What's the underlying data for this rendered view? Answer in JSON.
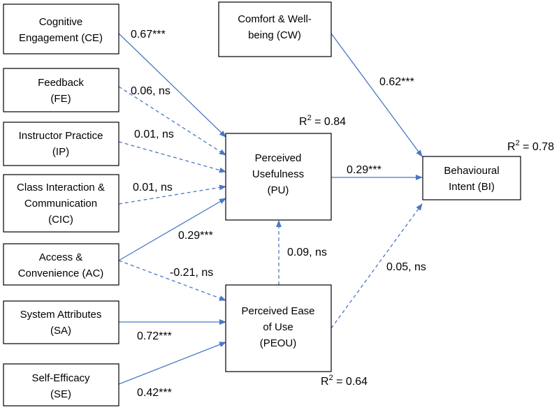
{
  "nodes": {
    "ce": {
      "lines": [
        "Cognitive",
        "Engagement (CE)"
      ]
    },
    "fe": {
      "lines": [
        "Feedback",
        "(FE)"
      ]
    },
    "ip": {
      "lines": [
        "Instructor Practice",
        "(IP)"
      ]
    },
    "cic": {
      "lines": [
        "Class Interaction &",
        "Communication",
        "(CIC)"
      ]
    },
    "ac": {
      "lines": [
        "Access &",
        "Convenience (AC)"
      ]
    },
    "sa": {
      "lines": [
        "System Attributes",
        "(SA)"
      ]
    },
    "se": {
      "lines": [
        "Self-Efficacy",
        "(SE)"
      ]
    },
    "cw": {
      "lines": [
        "Comfort & Well-",
        "being (CW)"
      ]
    },
    "pu": {
      "lines": [
        "Perceived",
        "Usefulness",
        "(PU)"
      ]
    },
    "peou": {
      "lines": [
        "Perceived Ease",
        "of Use",
        "(PEOU)"
      ]
    },
    "bi": {
      "lines": [
        "Behavioural",
        "Intent (BI)"
      ]
    }
  },
  "edges": [
    {
      "from": "ce",
      "to": "pu",
      "label": "0.67***",
      "style": "solid"
    },
    {
      "from": "fe",
      "to": "pu",
      "label": "0.06, ns",
      "style": "dashed"
    },
    {
      "from": "ip",
      "to": "pu",
      "label": "0.01, ns",
      "style": "dashed"
    },
    {
      "from": "cic",
      "to": "pu",
      "label": "0.01, ns",
      "style": "dashed"
    },
    {
      "from": "ac",
      "to": "pu",
      "label": "0.29***",
      "style": "solid"
    },
    {
      "from": "ac",
      "to": "peou",
      "label": "-0.21, ns",
      "style": "dashed"
    },
    {
      "from": "sa",
      "to": "peou",
      "label": "0.72***",
      "style": "solid"
    },
    {
      "from": "se",
      "to": "peou",
      "label": "0.42***",
      "style": "solid"
    },
    {
      "from": "peou",
      "to": "pu",
      "label": "0.09, ns",
      "style": "dashed"
    },
    {
      "from": "pu",
      "to": "bi",
      "label": "0.29***",
      "style": "solid"
    },
    {
      "from": "cw",
      "to": "bi",
      "label": "0.62***",
      "style": "solid"
    },
    {
      "from": "peou",
      "to": "bi",
      "label": "0.05, ns",
      "style": "dashed"
    }
  ],
  "r_squared": {
    "pu": {
      "prefix": "R",
      "sup": "2",
      "value": " = 0.84"
    },
    "bi": {
      "prefix": "R",
      "sup": "2",
      "value": " = 0.78"
    },
    "peou": {
      "prefix": "R",
      "sup": "2",
      "value": " = 0.64"
    }
  },
  "colors": {
    "arrow": "#4a78c2",
    "box_border": "#000000",
    "text": "#000000"
  }
}
